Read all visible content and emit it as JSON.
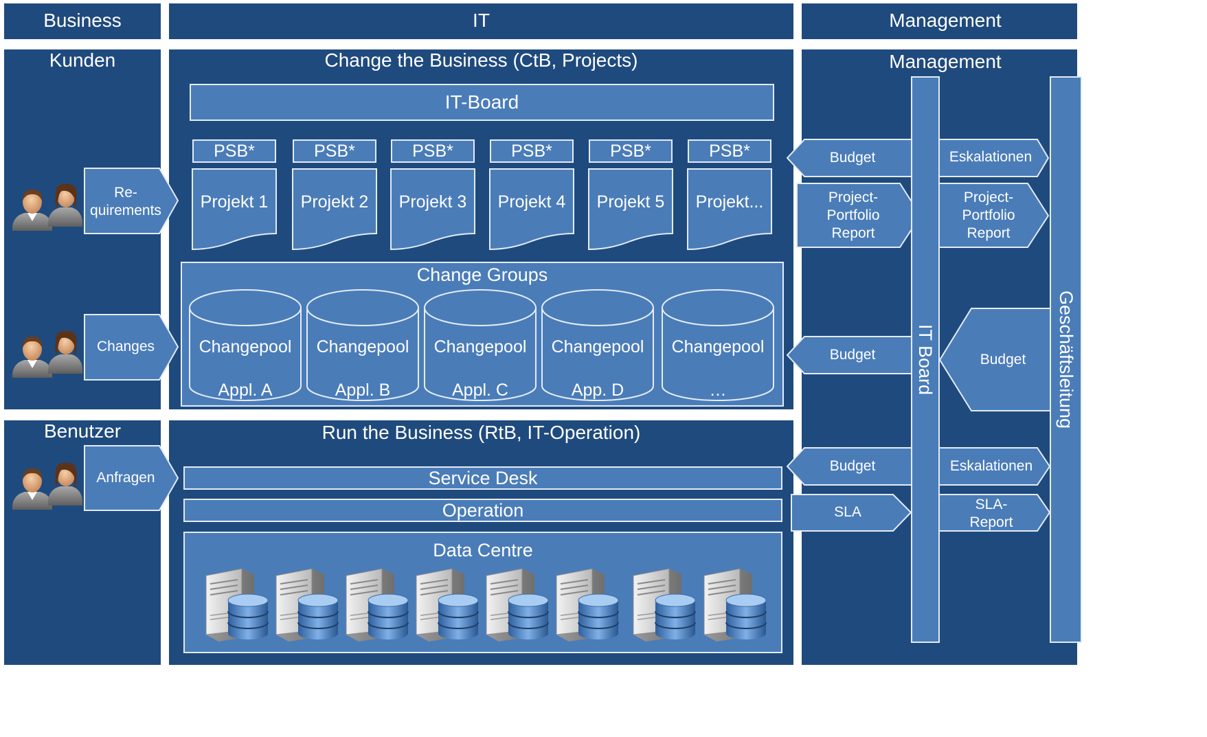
{
  "headers": {
    "business": "Business",
    "it": "IT",
    "management": "Management"
  },
  "business": {
    "kunden": "Kunden",
    "benutzer": "Benutzer",
    "requirements": [
      "Re-",
      "quirements"
    ],
    "changes": "Changes",
    "anfragen": "Anfragen"
  },
  "ctb": {
    "title": "Change the Business (CtB, Projects)",
    "it_board": "IT-Board",
    "psb": [
      "PSB*",
      "PSB*",
      "PSB*",
      "PSB*",
      "PSB*",
      "PSB*"
    ],
    "projects": [
      "Projekt 1",
      "Projekt 2",
      "Projekt 3",
      "Projekt 4",
      "Projekt 5",
      "Projekt..."
    ],
    "change_groups": "Change Groups",
    "changepools": [
      {
        "line1": "Changepool",
        "line2": "Appl. A"
      },
      {
        "line1": "Changepool",
        "line2": "Appl. B"
      },
      {
        "line1": "Changepool",
        "line2": "Appl. C"
      },
      {
        "line1": "Changepool",
        "line2": "App. D"
      },
      {
        "line1": "Changepool",
        "line2": "…"
      }
    ]
  },
  "rtb": {
    "title": "Run the Business (RtB, IT-Operation)",
    "service_desk": "Service Desk",
    "operation": "Operation",
    "data_centre": "Data Centre"
  },
  "management": {
    "title": "Management",
    "it_board": "IT Board",
    "geschaeftsleitung": "Geschäftsleitung",
    "budget": "Budget",
    "eskalationen": "Eskalationen",
    "ppr": [
      "Project-",
      "Portfolio",
      "Report"
    ],
    "sla": "SLA",
    "sla_report": [
      "SLA-",
      "Report"
    ]
  },
  "colors": {
    "panel": "#1f4a7d",
    "box": "#4a7cb8",
    "border": "#e4ecf6",
    "text": "#ffffff"
  }
}
